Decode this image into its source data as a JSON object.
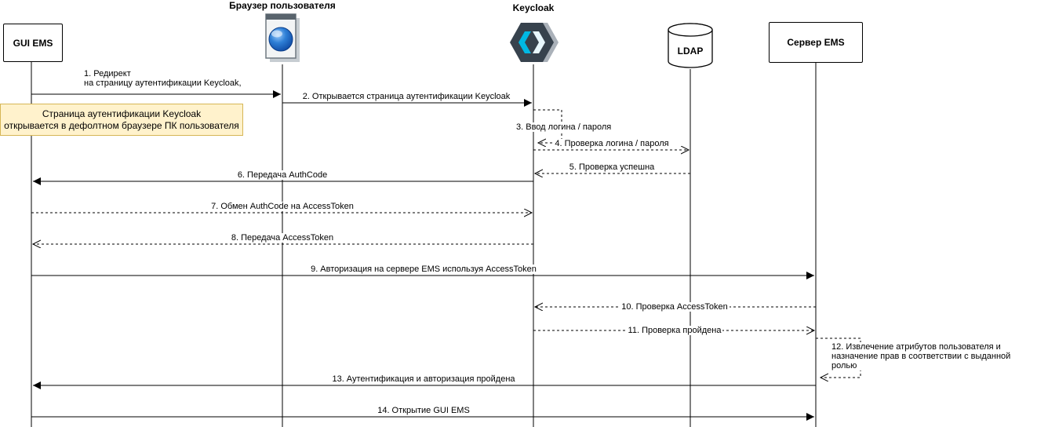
{
  "colors": {
    "note_bg": "#FFF2CC",
    "note_border": "#D6B656",
    "keycloak_dark": "#37424D",
    "keycloak_shadow": "#AAB1B9",
    "keycloak_cyan": "#00B8E3",
    "keycloak_light": "#E8F7FD",
    "globe_light": "#6EB4F7",
    "globe_dark": "#0D47A1",
    "line_color": "#000000"
  },
  "actors": {
    "gui_ems": {
      "label": "GUI EMS"
    },
    "browser": {
      "label": "Браузер пользователя"
    },
    "keycloak": {
      "label": "Keycloak"
    },
    "ldap": {
      "label": "LDAP"
    },
    "server_ems": {
      "label": "Сервер EMS"
    }
  },
  "note": {
    "text": "Страница аутентификации Keycloak\nоткрывается в дефолтном браузере ПК пользователя"
  },
  "messages": [
    {
      "label": "1. Редирект\nна страницу аутентификации Keycloak,",
      "from": "gui_ems",
      "to": "browser",
      "style": "solid"
    },
    {
      "label": "2. Открывается страница аутентификации Keycloak",
      "from": "browser",
      "to": "keycloak",
      "style": "solid"
    },
    {
      "label": "3. Ввод логина / пароля",
      "from": "keycloak",
      "to": "keycloak",
      "style": "dashed"
    },
    {
      "label": "4. Проверка логина / пароля",
      "from": "keycloak",
      "to": "ldap",
      "style": "dashed"
    },
    {
      "label": "5. Проверка успешна",
      "from": "ldap",
      "to": "keycloak",
      "style": "dashed"
    },
    {
      "label": "6. Передача AuthCode",
      "from": "keycloak",
      "to": "gui_ems",
      "style": "solid"
    },
    {
      "label": "7. Обмен AuthCode на AccessToken",
      "from": "gui_ems",
      "to": "keycloak",
      "style": "dashed"
    },
    {
      "label": "8. Передача AccessToken",
      "from": "keycloak",
      "to": "gui_ems",
      "style": "dashed"
    },
    {
      "label": "9. Авторизация на сервере EMS используя AccessToken",
      "from": "gui_ems",
      "to": "server_ems",
      "style": "solid"
    },
    {
      "label": "10. Проверка AccessToken",
      "from": "server_ems",
      "to": "keycloak",
      "style": "dashed"
    },
    {
      "label": "11. Проверка пройдена",
      "from": "keycloak",
      "to": "server_ems",
      "style": "dashed"
    },
    {
      "label": "12. Извлечение атрибутов пользователя и\nназначение прав в соответствии с выданной ролью",
      "from": "server_ems",
      "to": "server_ems",
      "style": "dashed"
    },
    {
      "label": "13. Аутентификация и авторизация пройдена",
      "from": "server_ems",
      "to": "gui_ems",
      "style": "solid"
    },
    {
      "label": "14. Открытие GUI EMS",
      "from": "gui_ems",
      "to": "server_ems",
      "style": "solid"
    }
  ]
}
